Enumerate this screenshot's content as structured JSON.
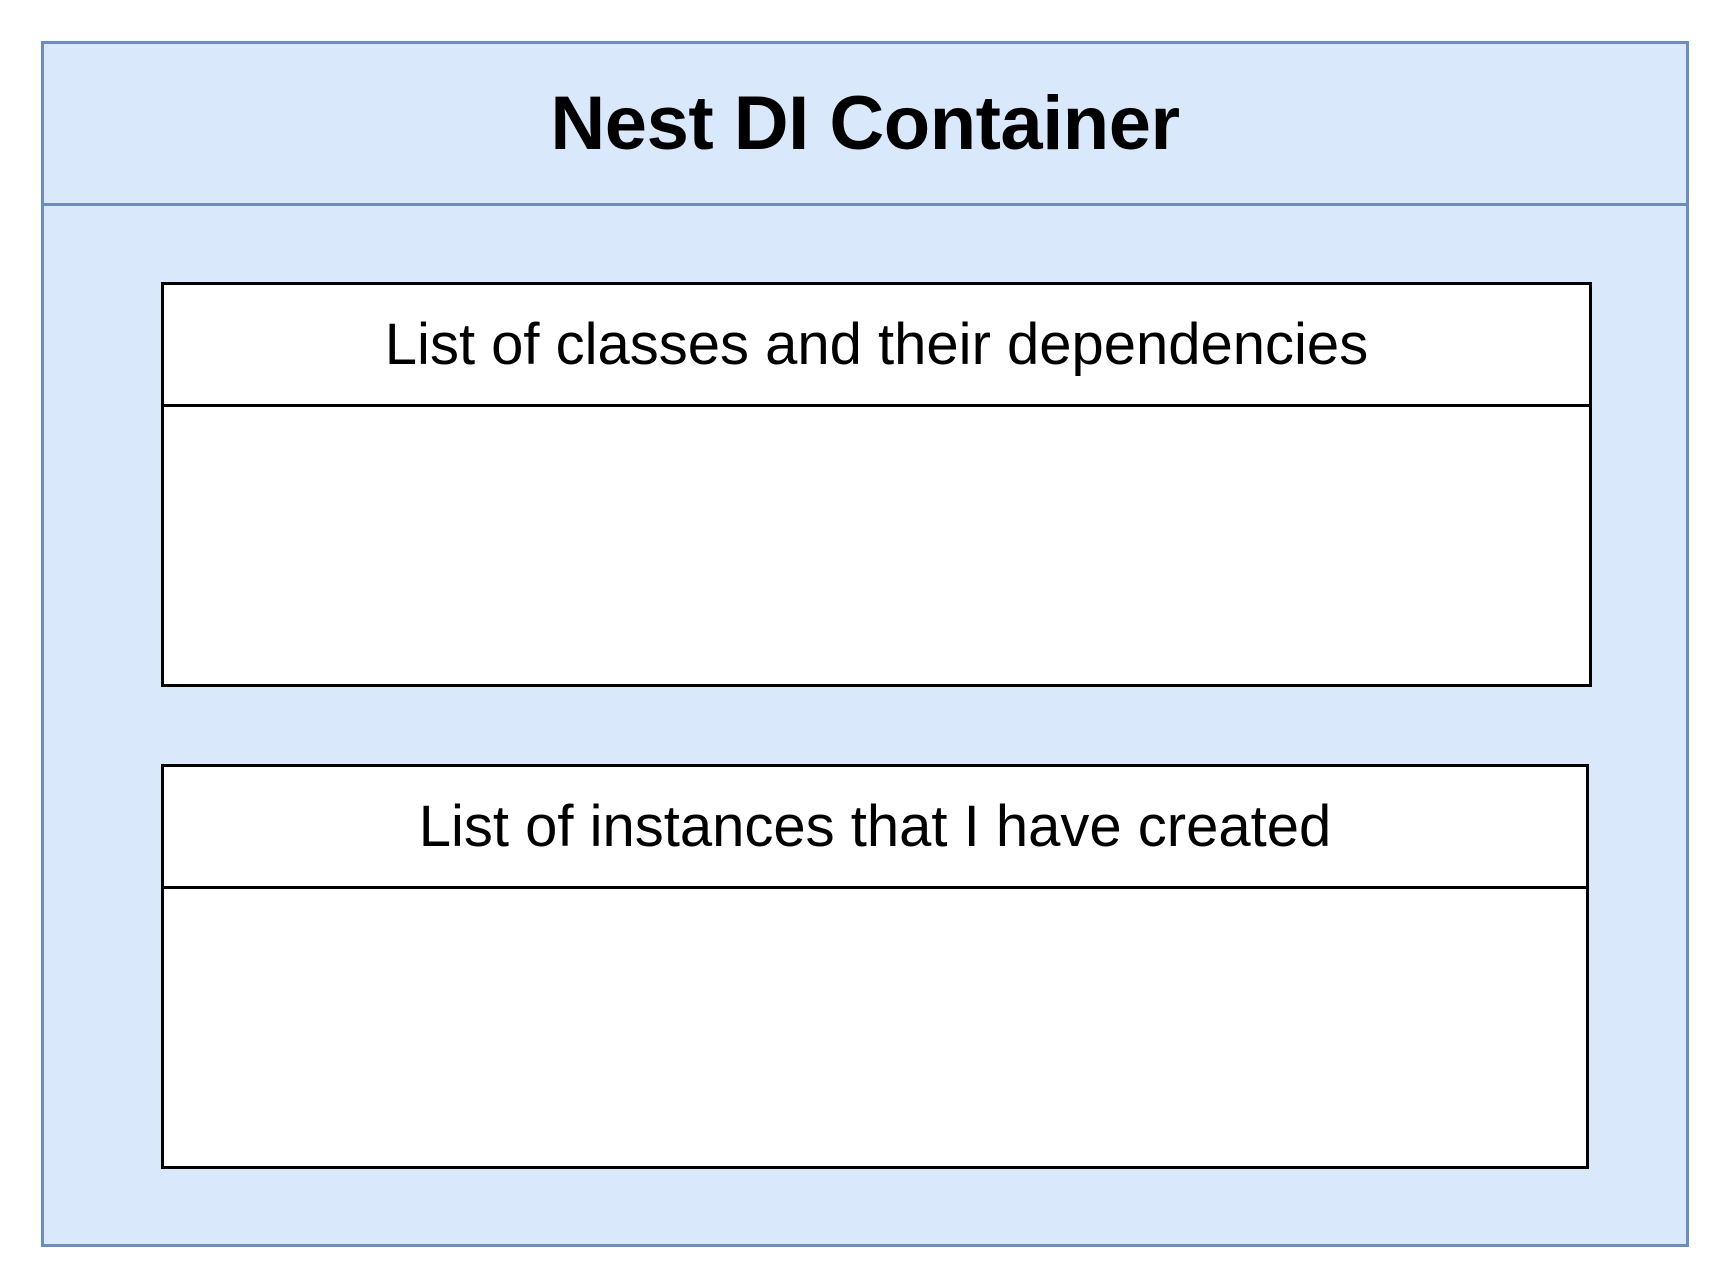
{
  "container": {
    "title": "Nest DI Container",
    "fill_color": "#dae8fc",
    "stroke_color": "#6c8ebf"
  },
  "boxes": [
    {
      "title": "List of classes and their dependencies"
    },
    {
      "title": "List of instances that I have created"
    }
  ]
}
